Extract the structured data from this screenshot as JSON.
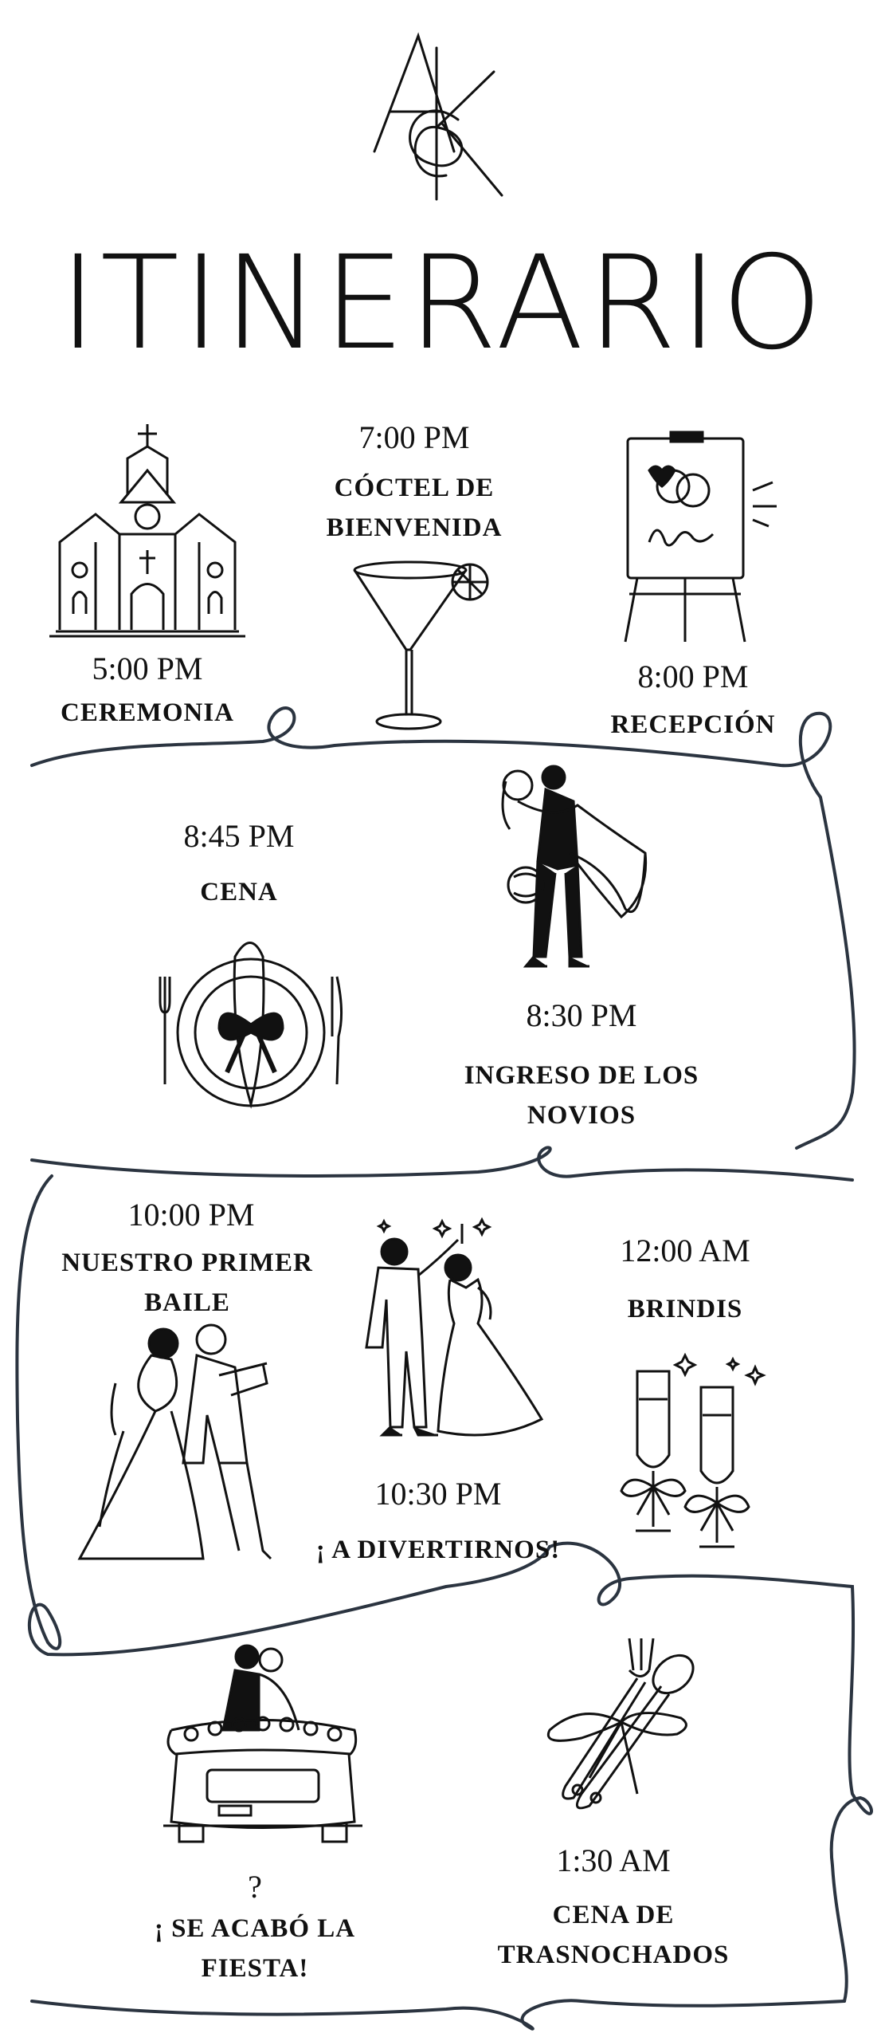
{
  "header": {
    "monogram": "ASK",
    "title": "ITINERARIO"
  },
  "events": [
    {
      "time": "5:00 PM",
      "label": "CEREMONIA",
      "icon": "church-icon"
    },
    {
      "time": "7:00 PM",
      "label": "CÓCTEL DE BIENVENIDA",
      "icon": "martini-glass-icon"
    },
    {
      "time": "8:00 PM",
      "label": "RECEPCIÓN",
      "icon": "welcome-sign-easel-icon"
    },
    {
      "time": "8:45 PM",
      "label": "CENA",
      "icon": "dinner-plate-icon"
    },
    {
      "time": "8:30 PM",
      "label": "INGRESO DE LOS NOVIOS",
      "icon": "groom-carrying-bride-icon"
    },
    {
      "time": "10:00 PM",
      "label": "NUESTRO PRIMER BAILE",
      "icon": "first-dance-couple-icon"
    },
    {
      "time": "10:30 PM",
      "label": "¡ A DIVERTIRNOS!",
      "icon": "dancing-couple-icon"
    },
    {
      "time": "12:00 AM",
      "label": "BRINDIS",
      "icon": "champagne-glasses-icon"
    },
    {
      "time": "?",
      "label": "¡ SE ACABÓ LA FIESTA!",
      "icon": "wedding-car-icon"
    },
    {
      "time": "1:30 AM",
      "label": "CENA DE TRASNOCHADOS",
      "icon": "fork-spoon-ribbon-icon"
    }
  ],
  "colors": {
    "ink": "#111111",
    "ribbon": "#2b3440",
    "background": "#ffffff"
  }
}
